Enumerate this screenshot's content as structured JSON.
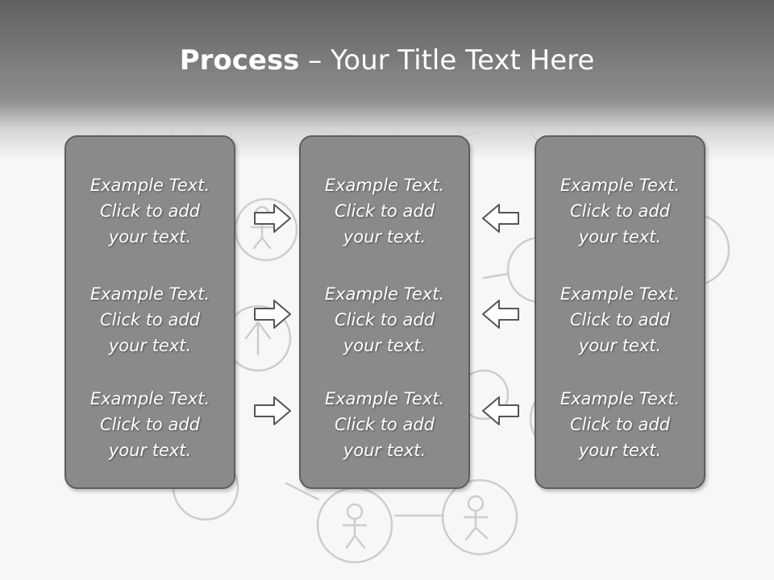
{
  "title": {
    "bold": "Process",
    "rest": " – Your Title Text Here"
  },
  "columns": [
    {
      "blocks": [
        {
          "line1": "Example Text.",
          "line2": "Click  to add",
          "line3": "your text."
        },
        {
          "line1": "Example Text.",
          "line2": "Click  to add",
          "line3": "your text."
        },
        {
          "line1": "Example Text.",
          "line2": "Click  to add",
          "line3": "your text."
        }
      ]
    },
    {
      "blocks": [
        {
          "line1": "Example Text.",
          "line2": "Click  to add",
          "line3": "your text."
        },
        {
          "line1": "Example Text.",
          "line2": "Click  to add",
          "line3": "your text."
        },
        {
          "line1": "Example Text.",
          "line2": "Click  to add",
          "line3": "your text."
        }
      ]
    },
    {
      "blocks": [
        {
          "line1": "Example Text.",
          "line2": "Click  to add",
          "line3": "your text."
        },
        {
          "line1": "Example Text.",
          "line2": "Click  to add",
          "line3": "your text."
        },
        {
          "line1": "Example Text.",
          "line2": "Click  to add",
          "line3": "your text."
        }
      ]
    }
  ],
  "arrows": {
    "left_group": "arrow-right-icon",
    "right_group": "arrow-left-icon"
  },
  "colors": {
    "header": "#606060",
    "panel_fill": "#8a8a8a",
    "panel_border": "#5e5e5e",
    "arrow_fill": "#ffffff",
    "arrow_stroke": "#555555",
    "doodle": "#cfcfcf"
  }
}
